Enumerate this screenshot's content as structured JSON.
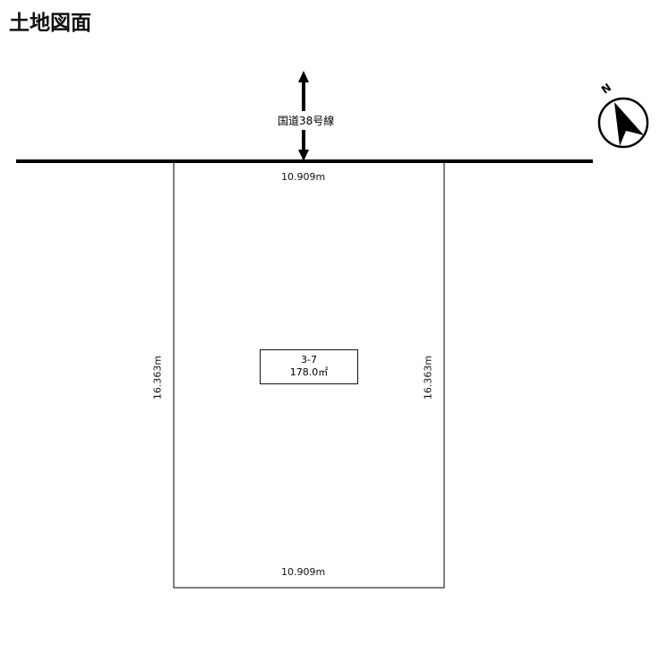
{
  "title": "土地図面",
  "road": {
    "name": "国道38号線"
  },
  "dimensions": {
    "top": "10.909m",
    "bottom": "10.909m",
    "left": "16.363m",
    "right": "16.363m"
  },
  "lot": {
    "number": "3-7",
    "area": "178.0㎡"
  },
  "compass": {
    "label": "N"
  }
}
